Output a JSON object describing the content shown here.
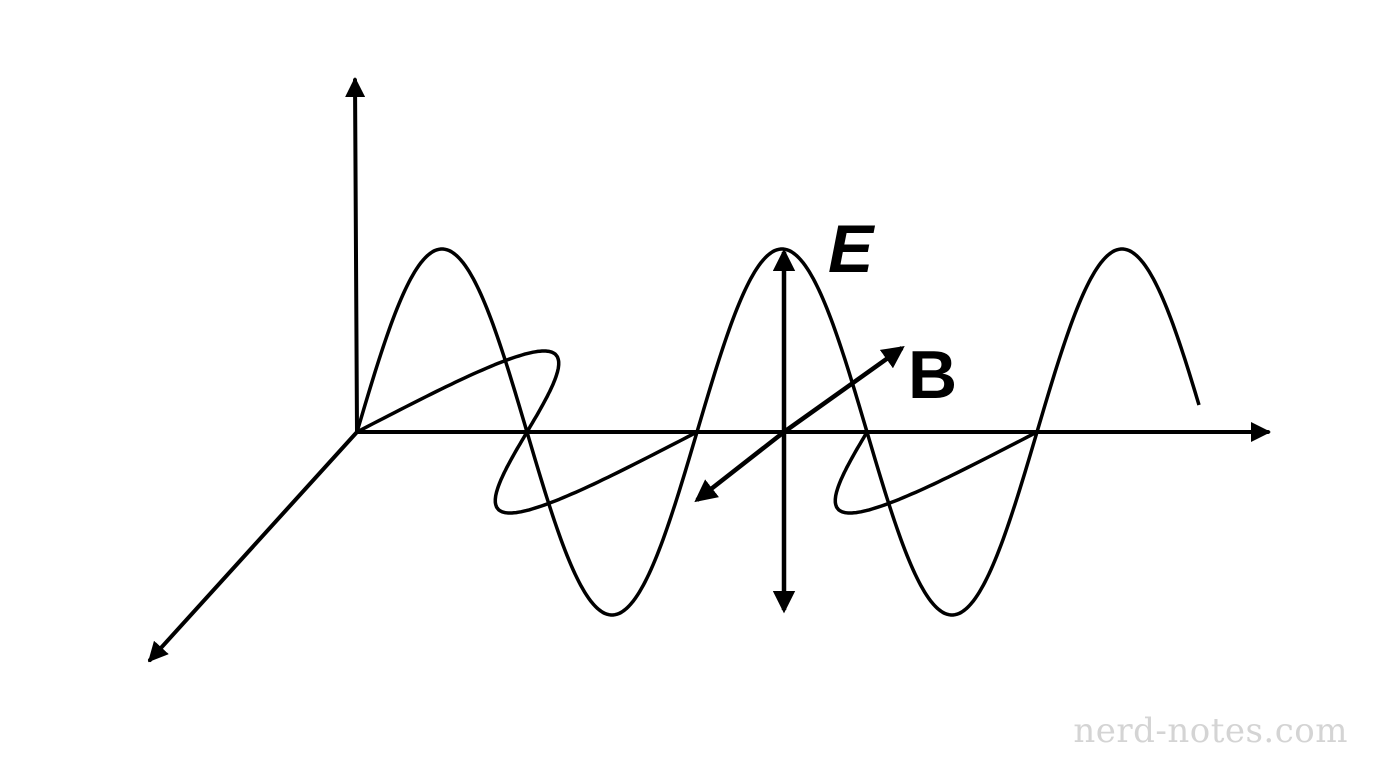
{
  "diagram": {
    "labels": {
      "electric_field": "E",
      "magnetic_field": "B"
    },
    "watermark": "nerd-notes.com",
    "colors": {
      "stroke": "#000000",
      "background": "#ffffff",
      "watermark": "#d4d4d4"
    }
  }
}
